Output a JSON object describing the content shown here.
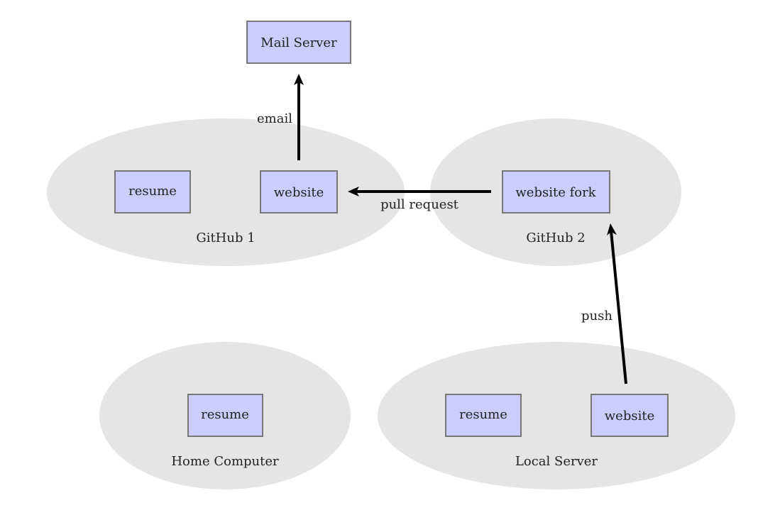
{
  "nodes": {
    "mail_server": "Mail Server",
    "github1_resume": "resume",
    "github1_website": "website",
    "github2_website_fork": "website fork",
    "home_resume": "resume",
    "local_resume": "resume",
    "local_website": "website"
  },
  "groups": {
    "github1": "GitHub 1",
    "github2": "GitHub 2",
    "home_computer": "Home Computer",
    "local_server": "Local Server"
  },
  "edges": {
    "email": "email",
    "pull_request": "pull request",
    "push": "push"
  },
  "colors": {
    "node_fill": "#ccccff",
    "node_stroke": "#777777",
    "group_fill": "#e5e5e5",
    "edge": "#000000"
  }
}
